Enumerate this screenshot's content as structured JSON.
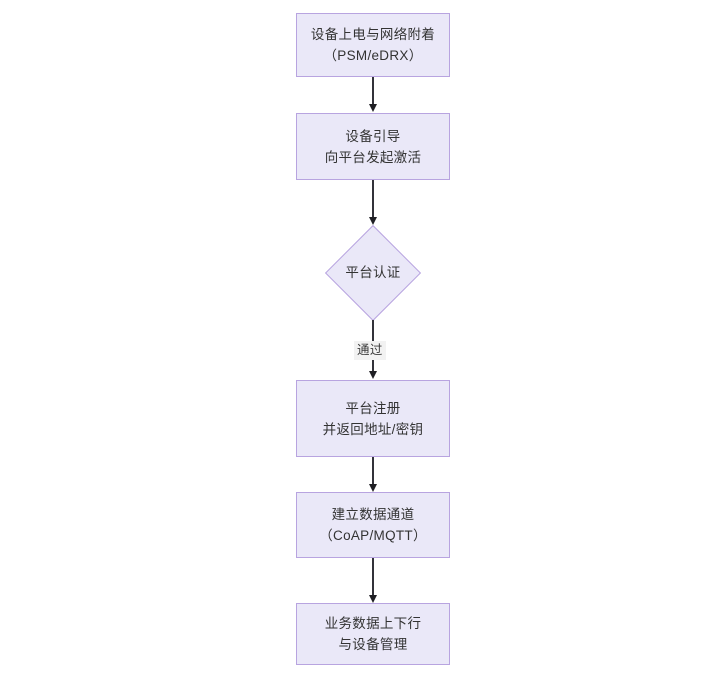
{
  "diagram": {
    "type": "flowchart",
    "orientation": "top-to-bottom",
    "colors": {
      "node_fill": "#eae8f8",
      "node_border": "#b8a4e0",
      "text": "#333333",
      "connector": "#33333a",
      "edge_label_background": "#f2f2f2",
      "canvas_background": "#ffffff"
    },
    "nodes": [
      {
        "id": "node-power-on",
        "shape": "rectangle",
        "lines": [
          "设备上电与网络附着",
          "（PSM/eDRX）"
        ]
      },
      {
        "id": "node-bootstrap",
        "shape": "rectangle",
        "lines": [
          "设备引导",
          "向平台发起激活"
        ]
      },
      {
        "id": "node-platform-auth",
        "shape": "diamond",
        "lines": [
          "平台认证"
        ]
      },
      {
        "id": "node-platform-register",
        "shape": "rectangle",
        "lines": [
          "平台注册",
          "并返回地址/密钥"
        ]
      },
      {
        "id": "node-data-channel",
        "shape": "rectangle",
        "lines": [
          "建立数据通道",
          "（CoAP/MQTT）"
        ]
      },
      {
        "id": "node-business-data",
        "shape": "rectangle",
        "lines": [
          "业务数据上下行",
          "与设备管理"
        ]
      }
    ],
    "edges": [
      {
        "id": "edge-1",
        "from": "node-power-on",
        "to": "node-bootstrap",
        "label": ""
      },
      {
        "id": "edge-2",
        "from": "node-bootstrap",
        "to": "node-platform-auth",
        "label": ""
      },
      {
        "id": "edge-3",
        "from": "node-platform-auth",
        "to": "node-platform-register",
        "label": "通过"
      },
      {
        "id": "edge-4",
        "from": "node-platform-register",
        "to": "node-data-channel",
        "label": ""
      },
      {
        "id": "edge-5",
        "from": "node-data-channel",
        "to": "node-business-data",
        "label": ""
      }
    ]
  }
}
